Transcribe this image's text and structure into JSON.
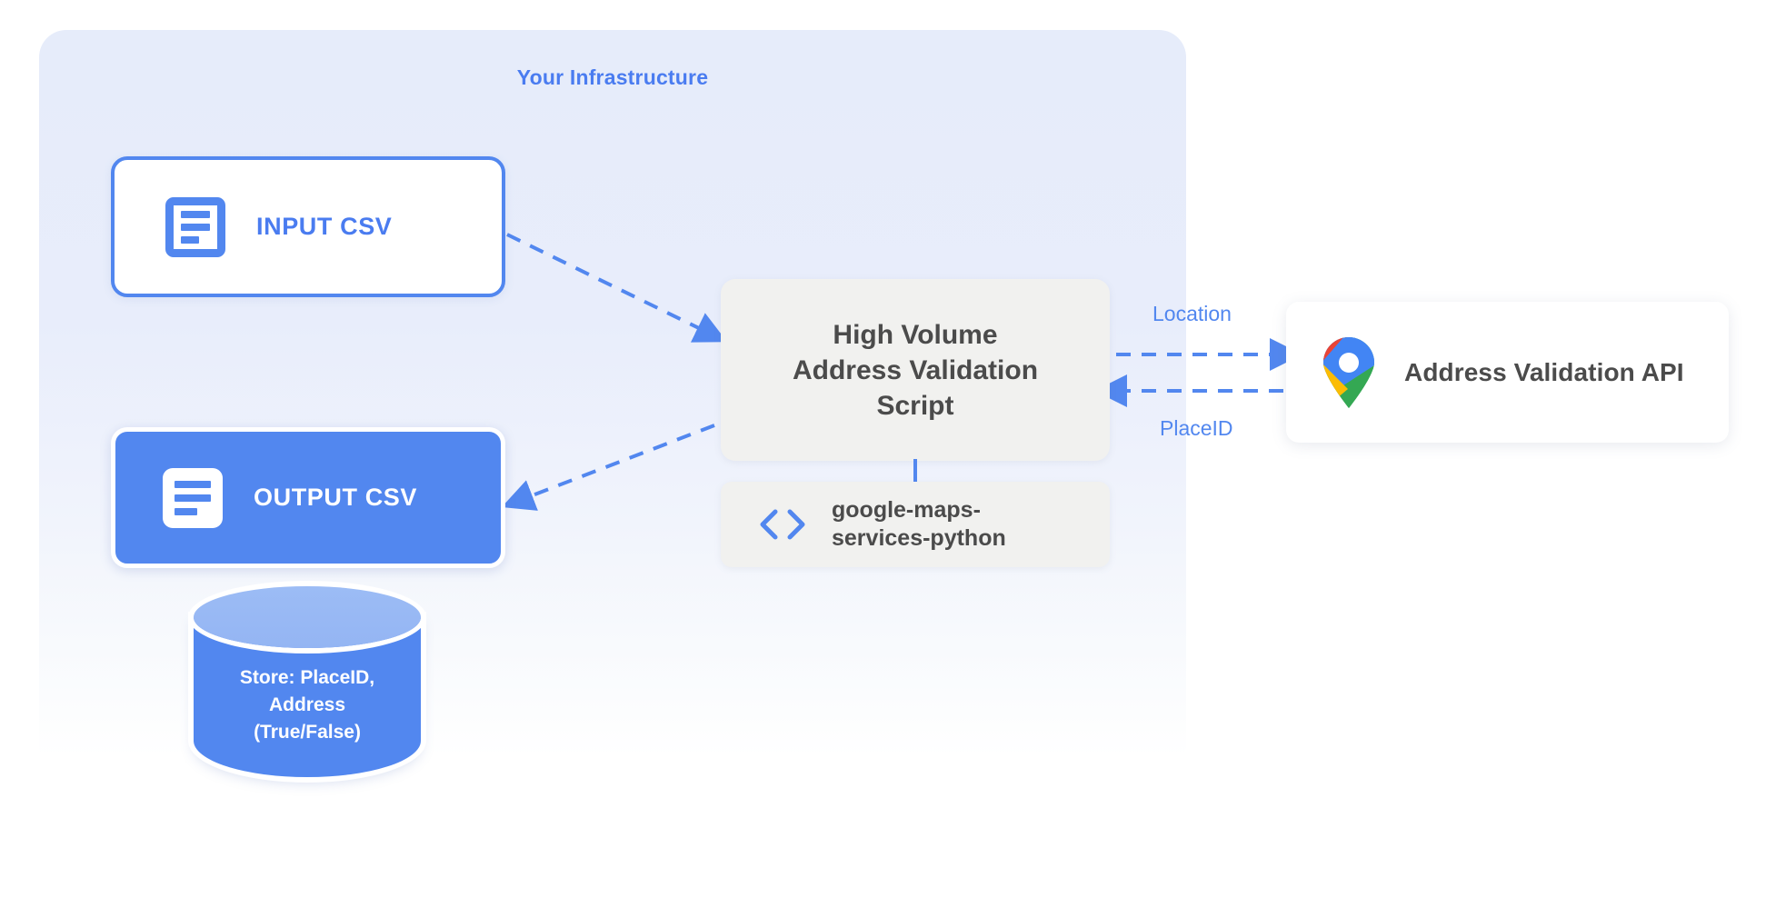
{
  "diagram": {
    "title": "Your Infrastructure",
    "accent_blue": "#5287ef",
    "title_color": "#4a7cf0",
    "panel_bg_top": "#e6ecfa",
    "card_gray": "#f1f1ef",
    "text_gray": "#4b4b4b"
  },
  "nodes": {
    "input_csv": {
      "label": "INPUT CSV",
      "icon": "document-icon"
    },
    "output_csv": {
      "label": "OUTPUT CSV",
      "icon": "document-icon"
    },
    "database": {
      "label": "Store: PlaceID,\nAddress\n(True/False)",
      "line1": "Store: PlaceID,",
      "line2": "Address",
      "line3": "(True/False)",
      "shape": "cylinder"
    },
    "script": {
      "line1": "High Volume",
      "line2": "Address Validation",
      "line3": "Script"
    },
    "library": {
      "line1": "google-maps-",
      "line2": "services-python",
      "icon": "code-brackets-icon"
    },
    "api": {
      "label": "Address Validation API",
      "icon": "google-maps-pin-icon"
    }
  },
  "edges": [
    {
      "id": "input-to-script",
      "label": "",
      "style": "dashed",
      "direction": "forward"
    },
    {
      "id": "script-to-output",
      "label": "",
      "style": "dashed",
      "direction": "forward"
    },
    {
      "id": "script-to-api",
      "label": "Location",
      "style": "dashed",
      "direction": "forward"
    },
    {
      "id": "api-to-script",
      "label": "PlaceID",
      "style": "dashed",
      "direction": "backward"
    },
    {
      "id": "script-to-library",
      "label": "",
      "style": "solid",
      "direction": "none"
    }
  ],
  "edge_labels": {
    "location": "Location",
    "placeid": "PlaceID"
  }
}
